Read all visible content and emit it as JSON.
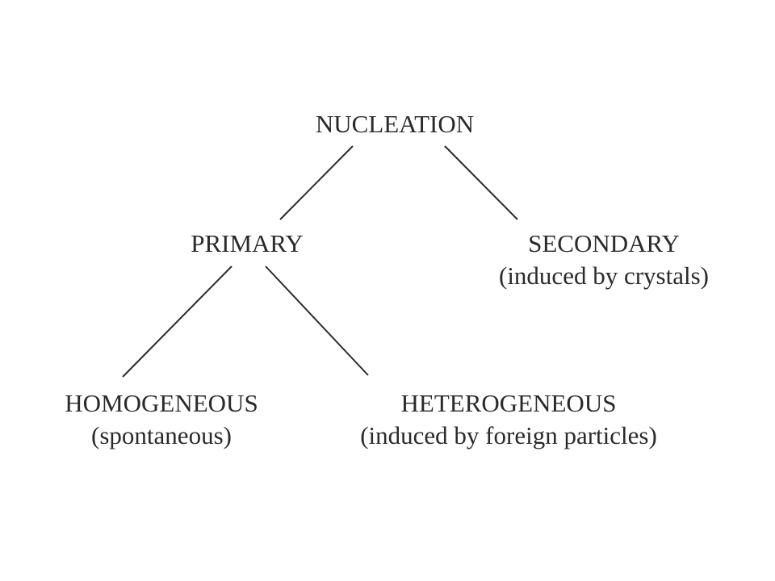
{
  "diagram": {
    "root": {
      "label": "NUCLEATION"
    },
    "primary": {
      "label": "PRIMARY"
    },
    "secondary": {
      "label": "SECONDARY",
      "note": "(induced by crystals)"
    },
    "homogeneous": {
      "label": "HOMOGENEOUS",
      "note": "(spontaneous)"
    },
    "heterogeneous": {
      "label": "HETEROGENEOUS",
      "note": "(induced by foreign particles)"
    },
    "edges": [
      {
        "from": "NUCLEATION",
        "to": "PRIMARY"
      },
      {
        "from": "NUCLEATION",
        "to": "SECONDARY"
      },
      {
        "from": "PRIMARY",
        "to": "HOMOGENEOUS"
      },
      {
        "from": "PRIMARY",
        "to": "HETEROGENEOUS"
      }
    ],
    "line_color": "#2a2a2a",
    "text_color": "#2a2a2a"
  }
}
